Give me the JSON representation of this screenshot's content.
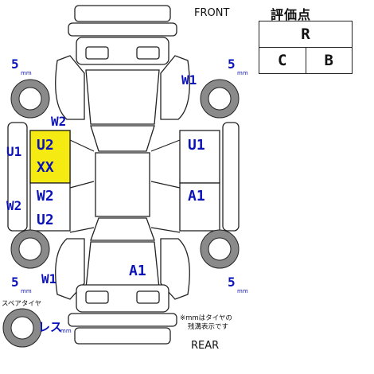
{
  "labels": {
    "front": "FRONT",
    "rear": "REAR",
    "spare_tire": "スペアタイヤ",
    "note_line1": "※mmはタイヤの",
    "note_line2": "残溝表示です"
  },
  "grade": {
    "title": "評価点",
    "overall": "R",
    "interior": "C",
    "exterior": "B"
  },
  "tire_tread": {
    "front_left": "5",
    "front_right": "5",
    "rear_left": "5",
    "rear_right": "5",
    "unit": "mm",
    "spare": "レス",
    "spare_unit": "mm"
  },
  "damage": {
    "front_left_fender": "W2",
    "front_right_fender": "W1",
    "left_front_door_line1": "U2",
    "left_front_door_line2": "XX",
    "left_front_door_highlight": "#f5ea12",
    "left_pillar_upper": "U1",
    "left_pillar_lower": "W2",
    "left_rear_door_line1": "W2",
    "left_rear_door_line2": "U2",
    "right_front_door": "U1",
    "right_rear_door": "A1",
    "rear_left_fender": "W1",
    "trunk": "A1"
  },
  "colors": {
    "damage_text": "#0b13b8",
    "tire": "#8a8a8a"
  }
}
